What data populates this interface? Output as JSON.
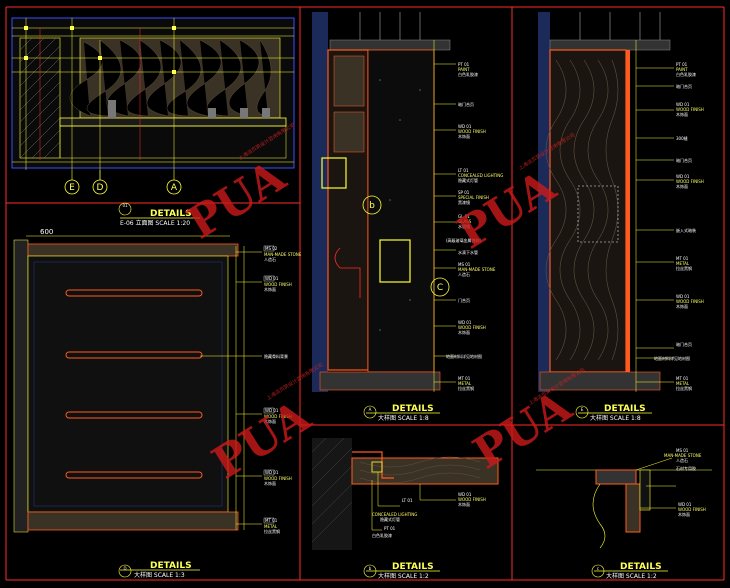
{
  "colors": {
    "background": "#000000",
    "frame": "#ff2a2a",
    "linework": "#ffff33",
    "wall": "#ff5a1f",
    "wood": "#8a7a66",
    "white": "#ffffff"
  },
  "panels": {
    "elevation": {
      "number": "01",
      "title": "DETAILS",
      "subtitle": "E-06 立面图  SCALE 1:20",
      "section_markers": [
        "E",
        "D",
        "A"
      ]
    },
    "detail_d": {
      "letter": "D",
      "title": "DETAILS",
      "subtitle": "大样图  SCALE 1:3",
      "dimension": "600",
      "callouts": [
        {
          "code": "MS 02",
          "material": "MAN-MADE STONE",
          "cn": "人造石"
        },
        {
          "code": "WD 01",
          "material": "WOOD FINISH",
          "cn": "木饰面"
        },
        {
          "code": "",
          "material": "",
          "cn": "隐藏骨料背景"
        },
        {
          "code": "WD 01",
          "material": "WOOD FINISH",
          "cn": "木饰面"
        },
        {
          "code": "WD 01",
          "material": "WOOD FINISH",
          "cn": "木饰面"
        },
        {
          "code": "MT 01",
          "material": "METAL",
          "cn": "拉丝黑钢"
        }
      ]
    },
    "detail_a": {
      "letter": "A",
      "title": "DETAILS",
      "subtitle": "大样图  SCALE 1:8",
      "markers": [
        "b",
        "C"
      ],
      "callouts": [
        {
          "code": "PT 01",
          "material": "PAINT",
          "cn": "白色乳胶漆"
        },
        {
          "code": "",
          "material": "",
          "cn": "暗门合页"
        },
        {
          "code": "WD 01",
          "material": "WOOD FINISH",
          "cn": "木饰面"
        },
        {
          "code": "LT 01",
          "material": "CONCEALED LIGHTING",
          "cn": "隐藏式灯管"
        },
        {
          "code": "SP 01",
          "material": "SPECIAL FINISH",
          "cn": "黑漆镜"
        },
        {
          "code": "GL 01",
          "material": "GLASS",
          "cn": "水银镜"
        },
        {
          "code": "",
          "material": "",
          "cn": "(高级玻璃金属蚀刻)"
        },
        {
          "code": "",
          "material": "",
          "cn": "水滴下水管"
        },
        {
          "code": "MS 01",
          "material": "MAN-MADE STONE",
          "cn": "人造石"
        },
        {
          "code": "",
          "material": "",
          "cn": "门合页"
        },
        {
          "code": "WD 01",
          "material": "WOOD FINISH",
          "cn": "木饰面"
        },
        {
          "code": "",
          "material": "",
          "cn": "地面材料详见地材图"
        },
        {
          "code": "MT 01",
          "material": "METAL",
          "cn": "拉丝黑钢"
        }
      ]
    },
    "detail_e": {
      "letter": "E",
      "title": "DETAILS",
      "subtitle": "大样图  SCALE 1:8",
      "callouts": [
        {
          "code": "PT 01",
          "material": "PAINT",
          "cn": "白色乳胶漆"
        },
        {
          "code": "",
          "material": "",
          "cn": "暗门合页"
        },
        {
          "code": "WD 01",
          "material": "WOOD FINISH",
          "cn": "木饰面"
        },
        {
          "code": "",
          "material": "",
          "cn": "300缝"
        },
        {
          "code": "",
          "material": "",
          "cn": "暗门合页"
        },
        {
          "code": "WD 01",
          "material": "WOOD FINISH",
          "cn": "木饰面"
        },
        {
          "code": "",
          "material": "",
          "cn": "嵌入式暗装"
        },
        {
          "code": "MT 01",
          "material": "METAL",
          "cn": "拉丝黑钢"
        },
        {
          "code": "WD 01",
          "material": "WOOD FINISH",
          "cn": "木饰面"
        },
        {
          "code": "",
          "material": "",
          "cn": "暗门合页"
        },
        {
          "code": "",
          "material": "",
          "cn": "地面材料详见地材图"
        },
        {
          "code": "MT 01",
          "material": "METAL",
          "cn": "拉丝黑钢"
        }
      ]
    },
    "detail_b": {
      "letter": "b",
      "title": "DETAILS",
      "subtitle": "大样图  SCALE 1:2",
      "callouts": [
        {
          "code": "WD 01",
          "material": "WOOD FINISH",
          "cn": "木饰面"
        },
        {
          "code": "LT 01",
          "material": "CONCEALED LIGHTING",
          "cn": "隐藏式灯管"
        },
        {
          "code": "PT 01",
          "material": "",
          "cn": "白色乳胶漆"
        }
      ]
    },
    "detail_c": {
      "letter": "c",
      "title": "DETAILS",
      "subtitle": "大样图  SCALE 1:2",
      "callouts": [
        {
          "code": "MS 01",
          "material": "MAN-MADE STONE",
          "cn": "人造石"
        },
        {
          "code": "",
          "material": "",
          "cn": "石材专用胶"
        },
        {
          "code": "WD 01",
          "material": "WOOD FINISH",
          "cn": "木饰面"
        }
      ]
    }
  },
  "watermark": {
    "logo": "PUA",
    "tagline": "上海派页筑设计咨询有限公司"
  }
}
